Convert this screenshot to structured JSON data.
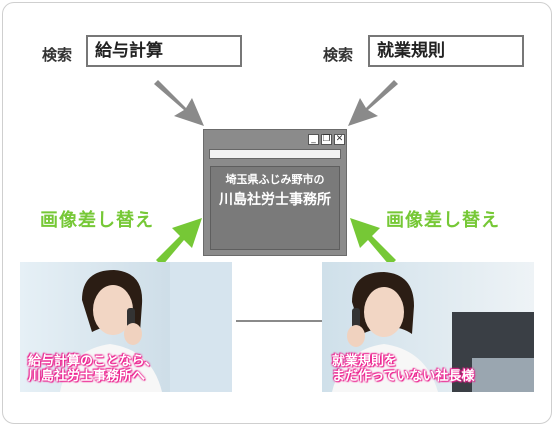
{
  "search_left": {
    "label": "検索",
    "query": "給与計算"
  },
  "search_right": {
    "label": "検索",
    "query": "就業規則"
  },
  "window": {
    "controls": [
      "_",
      "❐",
      "✕"
    ],
    "line1": "埼玉県ふじみ野市の",
    "line2": "川島社労士事務所"
  },
  "replace_left": "画像差し替え",
  "replace_right": "画像差し替え",
  "photo_left": {
    "caption_line1": "給与計算のことなら、",
    "caption_line2": "川島社労士事務所へ"
  },
  "photo_right": {
    "caption_line1": "就業規則を",
    "caption_line2": "まだ作っていない社長様"
  },
  "colors": {
    "accent_green": "#76c836",
    "caption_pink": "#ec1f8e",
    "arrow_gray": "#8a8a8a"
  }
}
